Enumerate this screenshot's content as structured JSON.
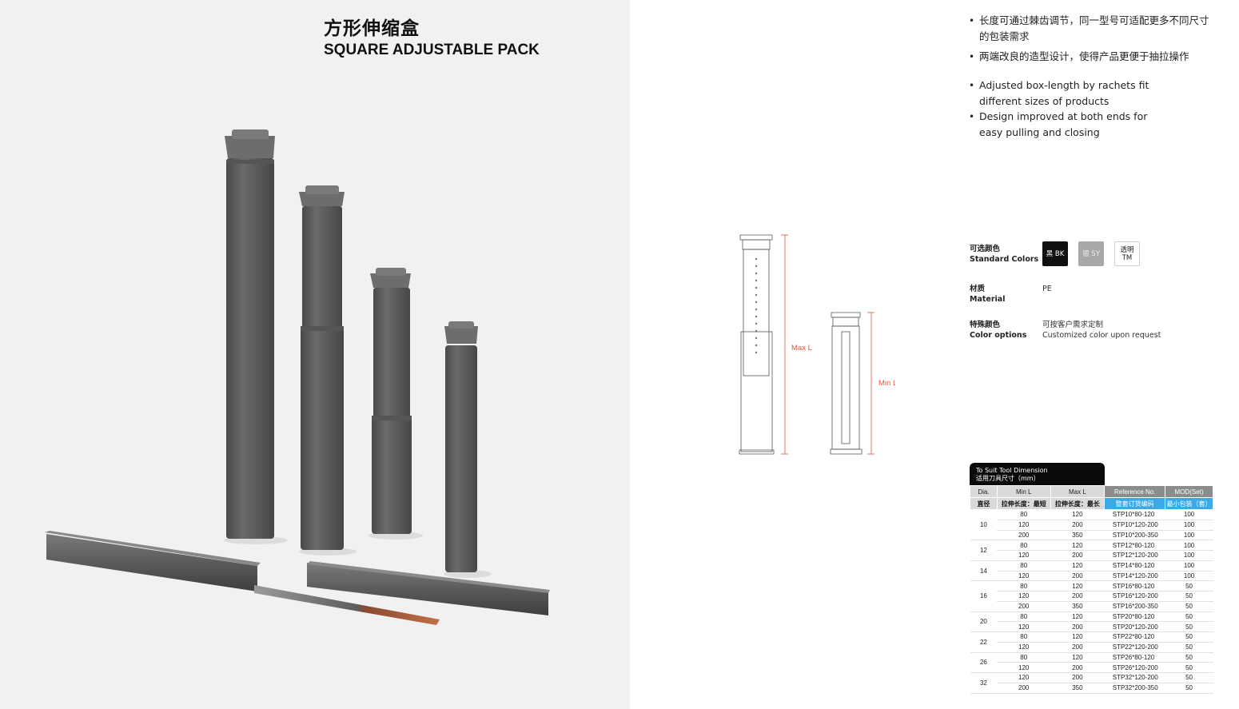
{
  "product": {
    "title_cn": "方形伸缩盒",
    "title_en": "SQUARE ADJUSTABLE PACK"
  },
  "features": [
    "长度可通过棘齿调节，同一型号可适配更多不同尺寸的包装需求",
    "两端改良的造型设计，使得产品更便于抽拉操作",
    "Adjusted box-length by rachets fit different sizes of products",
    "Design improved at both ends for easy pulling and closing"
  ],
  "bullet": "•",
  "drawing": {
    "max_label": "Max L",
    "min_label": "Min L"
  },
  "specs": {
    "colors_label_cn": "可选颜色",
    "colors_label_en": "Standard Colors",
    "colors": [
      {
        "text": "黑 BK",
        "hex": "#111111"
      },
      {
        "text": "银 SY",
        "hex": "#a8a8a8"
      },
      {
        "text_cn": "透明",
        "text_en": "TM",
        "hex": "#ffffff"
      }
    ],
    "material_label_cn": "材质",
    "material_label_en": "Material",
    "material": "PE",
    "special_label_cn": "特殊颜色",
    "special_label_en": "Color options",
    "special_cn": "可按客户需求定制",
    "special_en": "Customized color upon request"
  },
  "table": {
    "title_en": "To Suit Tool Dimension",
    "title_cn": "适用刀具尺寸（mm）",
    "headers_en": [
      "Dia.",
      "Min L",
      "Max L",
      "Reference No.",
      "MOD(Set)"
    ],
    "headers_cn": [
      "直径",
      "拉伸长度：最短",
      "拉伸长度：最长",
      "整套订货编码",
      "最小包装（套）"
    ],
    "groups": [
      {
        "dia": "10",
        "rows": [
          [
            "80",
            "120",
            "STP10*80-120",
            "100"
          ],
          [
            "120",
            "200",
            "STP10*120-200",
            "100"
          ],
          [
            "200",
            "350",
            "STP10*200-350",
            "100"
          ]
        ]
      },
      {
        "dia": "12",
        "rows": [
          [
            "80",
            "120",
            "STP12*80-120",
            "100"
          ],
          [
            "120",
            "200",
            "STP12*120-200",
            "100"
          ]
        ]
      },
      {
        "dia": "14",
        "rows": [
          [
            "80",
            "120",
            "STP14*80-120",
            "100"
          ],
          [
            "120",
            "200",
            "STP14*120-200",
            "100"
          ]
        ]
      },
      {
        "dia": "16",
        "rows": [
          [
            "80",
            "120",
            "STP16*80-120",
            "50"
          ],
          [
            "120",
            "200",
            "STP16*120-200",
            "50"
          ],
          [
            "200",
            "350",
            "STP16*200-350",
            "50"
          ]
        ]
      },
      {
        "dia": "20",
        "rows": [
          [
            "80",
            "120",
            "STP20*80-120",
            "50"
          ],
          [
            "120",
            "200",
            "STP20*120-200",
            "50"
          ]
        ]
      },
      {
        "dia": "22",
        "rows": [
          [
            "80",
            "120",
            "STP22*80-120",
            "50"
          ],
          [
            "120",
            "200",
            "STP22*120-200",
            "50"
          ]
        ]
      },
      {
        "dia": "26",
        "rows": [
          [
            "80",
            "120",
            "STP26*80-120",
            "50"
          ],
          [
            "120",
            "200",
            "STP26*120-200",
            "50"
          ]
        ]
      },
      {
        "dia": "32",
        "rows": [
          [
            "120",
            "200",
            "STP32*120-200",
            "50"
          ],
          [
            "200",
            "350",
            "STP32*200-350",
            "50"
          ]
        ]
      }
    ]
  },
  "colors": {
    "dimension_line": "#e0553f",
    "table_accent": "#3aa9e6",
    "box_gray": "#5b5b5b"
  }
}
